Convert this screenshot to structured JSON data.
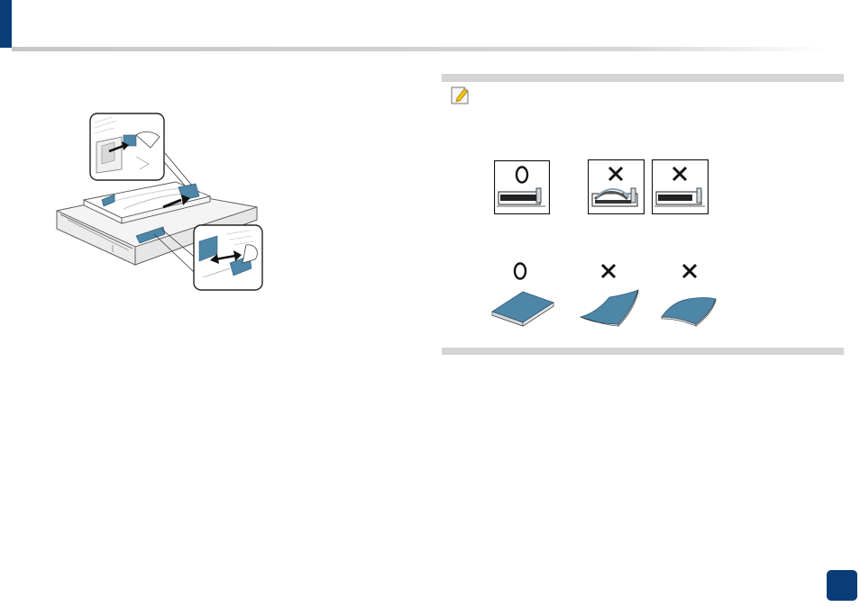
{
  "page": {
    "accent_color": "#0a3d78",
    "rule_color": "#d0d0d0",
    "steel_blue": "#4e86a8"
  },
  "tray_illustration": {
    "icons": [
      "hand-icon",
      "arrow-right-icon",
      "arrow-left-right-icon"
    ]
  },
  "note": {
    "icon": "note-pencil-icon",
    "guide_row": [
      {
        "mark": "correct",
        "state": "guide-correct"
      },
      {
        "mark": "wrong",
        "state": "paper-bent"
      },
      {
        "mark": "wrong",
        "state": "guide-gap"
      }
    ],
    "stack_row": [
      {
        "mark": "correct",
        "state": "flat-stack"
      },
      {
        "mark": "wrong",
        "state": "curled-stack"
      },
      {
        "mark": "wrong",
        "state": "wavy-stack"
      }
    ]
  }
}
